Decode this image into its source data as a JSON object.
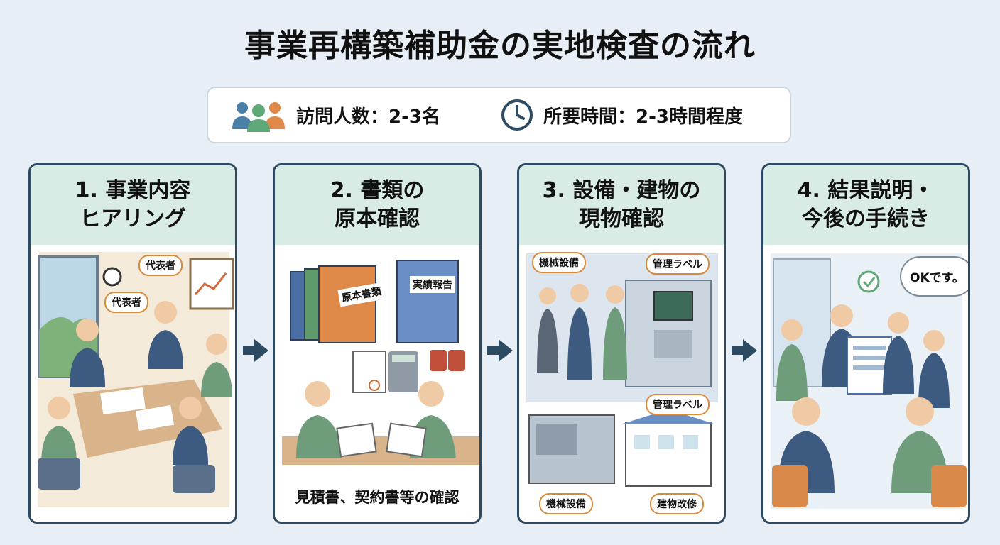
{
  "title": "事業再構築補助金の実地検査の流れ",
  "info": {
    "people_label": "訪問人数：2-3名",
    "time_label": "所要時間：2-3時間程度"
  },
  "steps": [
    {
      "heading": "1. 事業内容\nヒアリング",
      "labels": [
        "代表者",
        "代表者"
      ]
    },
    {
      "heading": "2. 書類の\n原本確認",
      "binder_labels": [
        "原本書類",
        "実績報告"
      ],
      "caption": "見積書、契約書等の確認"
    },
    {
      "heading": "3. 設備・建物の\n現物確認",
      "labels": [
        "機械設備",
        "管理ラベル",
        "管理ラベル",
        "機械設備",
        "建物改修"
      ]
    },
    {
      "heading": "4. 結果説明・\n今後の手続き",
      "speech": "OKです。"
    }
  ],
  "colors": {
    "background": "#e8eef5",
    "card_border": "#2d4a63",
    "card_header": "#d8ebe4",
    "tag_border": "#d98a3a"
  }
}
